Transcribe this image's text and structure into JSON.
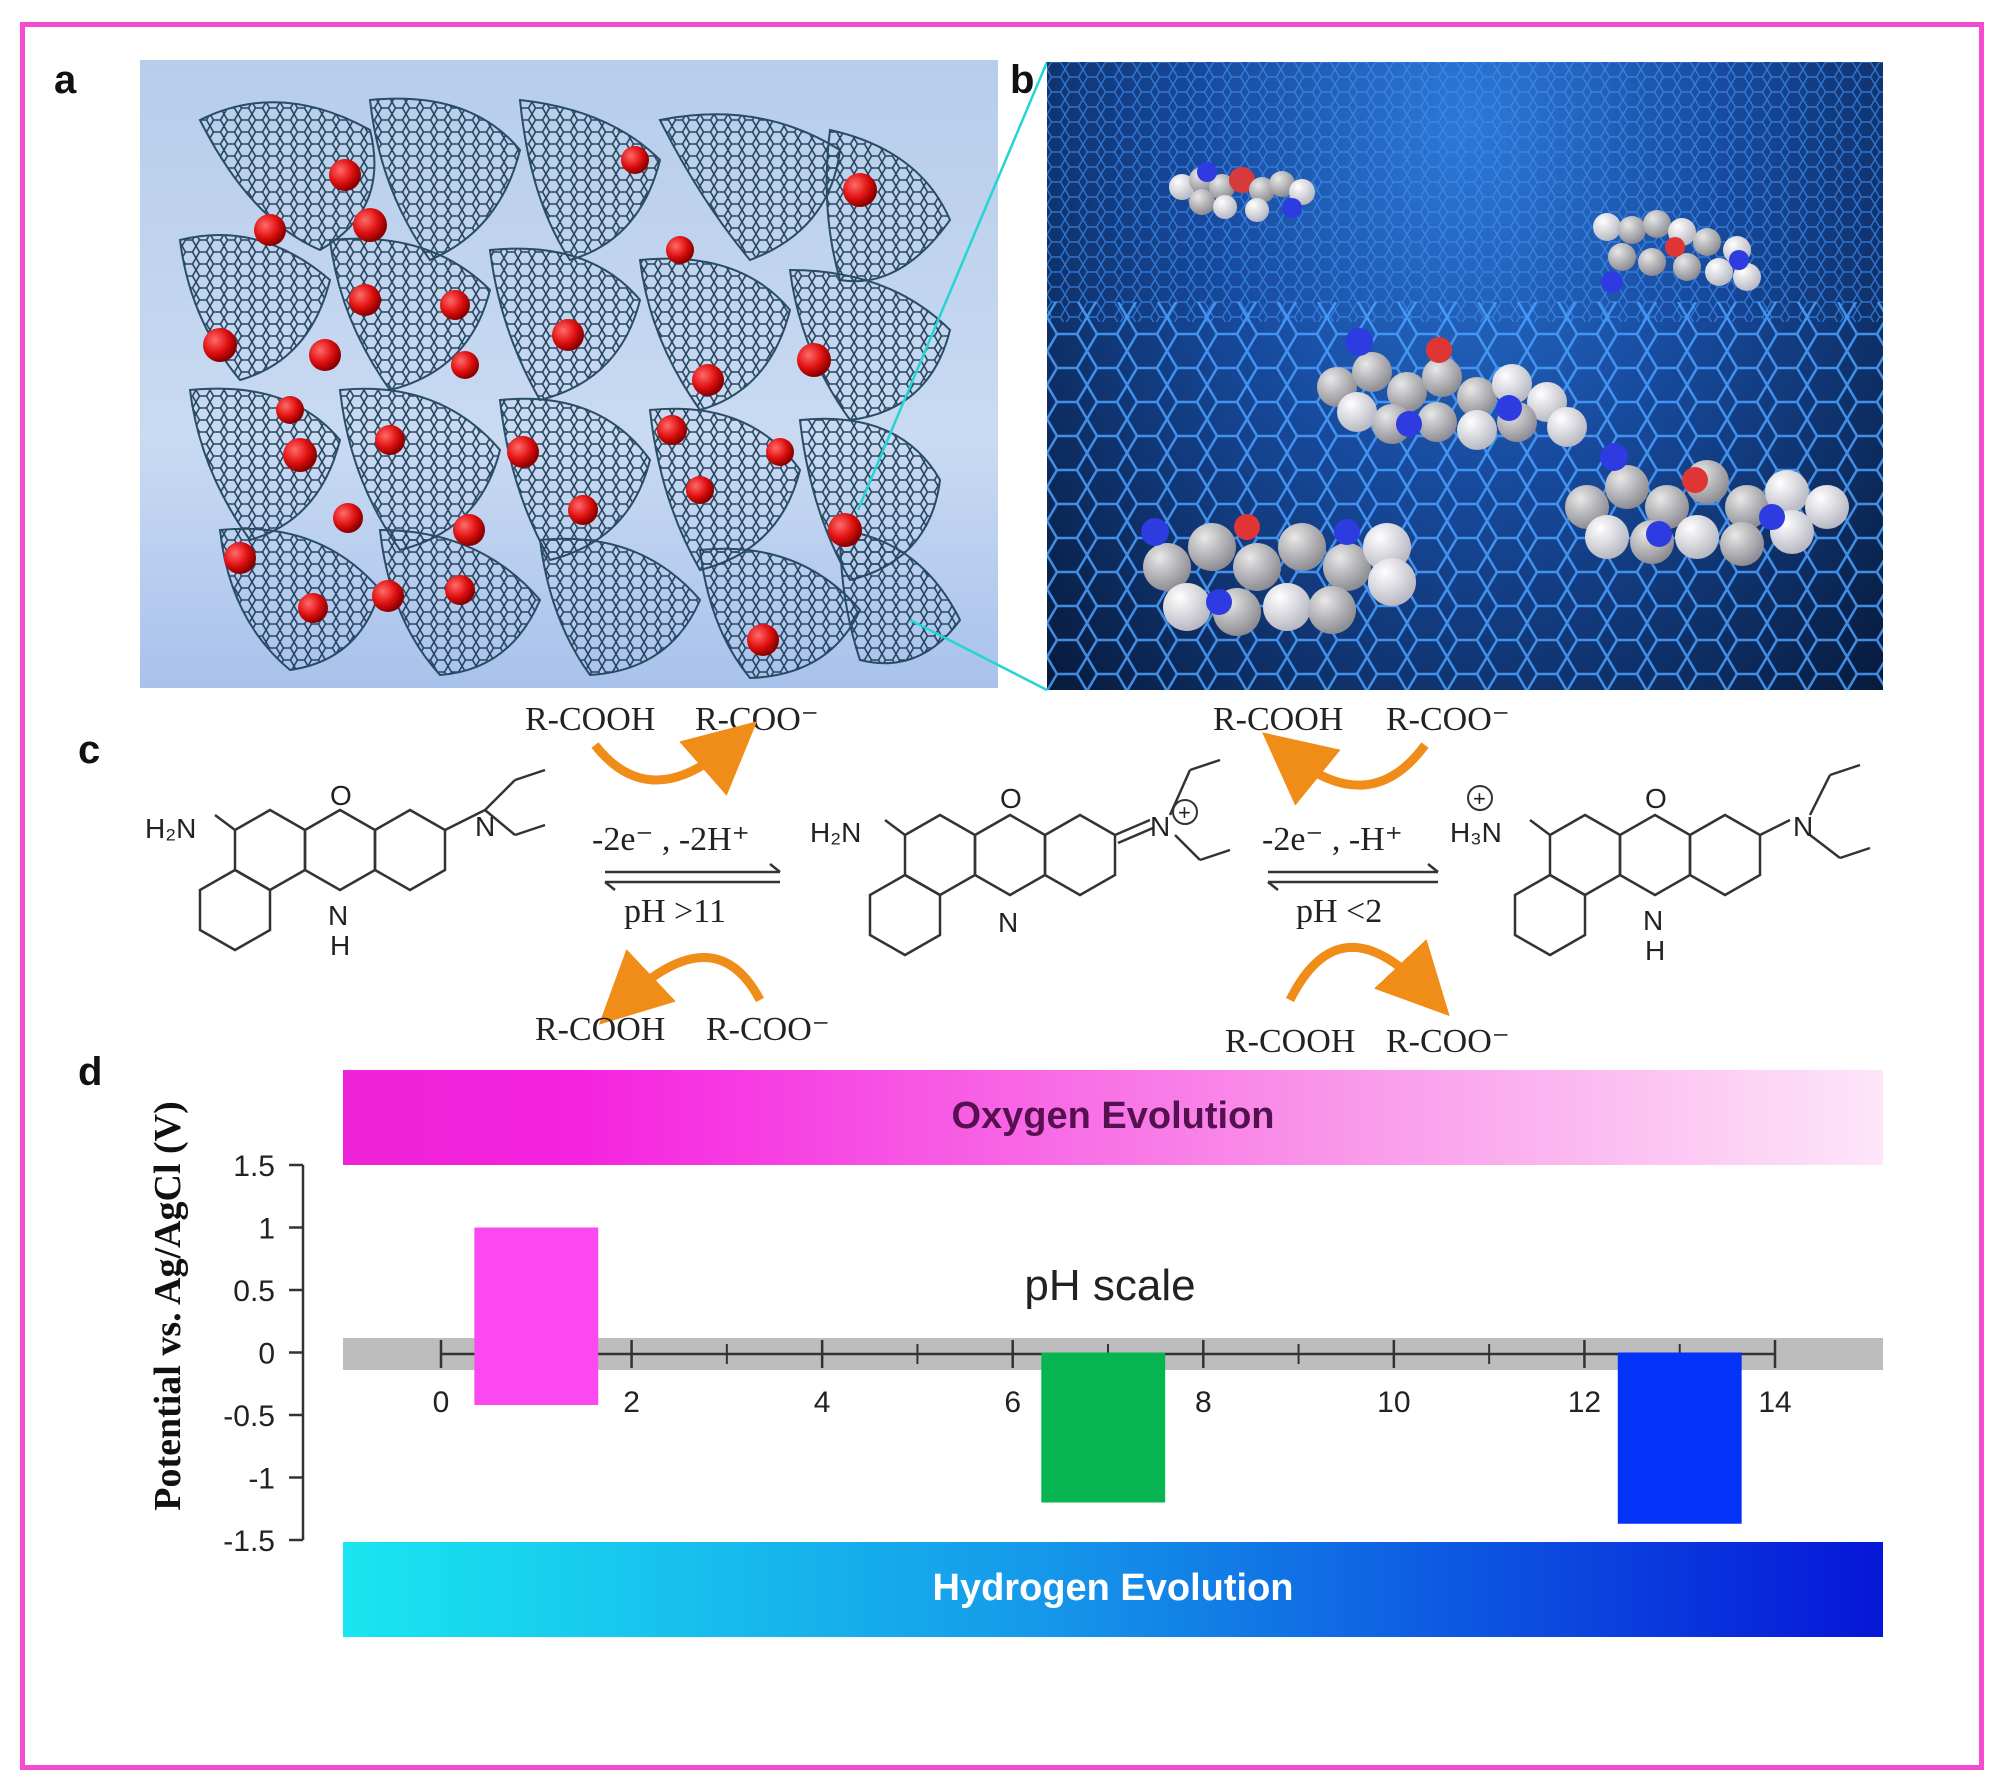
{
  "panels": {
    "a": "a",
    "b": "b",
    "c": "c",
    "d": "d"
  },
  "scheme": {
    "left_reaction": {
      "top": "-2e⁻ , -2H⁺",
      "bottom": "pH >11",
      "acid_top": "R-COOH",
      "base_top": "R-COO⁻",
      "acid_bottom": "R-COOH",
      "base_bottom": "R-COO⁻"
    },
    "right_reaction": {
      "top": "-2e⁻ , -H⁺",
      "bottom": "pH <2",
      "acid_top": "R-COOH",
      "base_top": "R-COO⁻",
      "acid_bottom": "R-COOH",
      "base_bottom": "R-COO⁻"
    },
    "atoms": {
      "h2n": "H₂N",
      "h3n": "H₃N",
      "o": "O",
      "n": "N",
      "nh_n": "N",
      "nh_h": "H",
      "plus": "+"
    }
  },
  "plot": {
    "oxygen_label": "Oxygen Evolution",
    "hydrogen_label": "Hydrogen Evolution",
    "ph_scale_label": "pH scale",
    "colors": {
      "oxygen": "#ee22d6",
      "hydrogen_start": "#19e6f0",
      "hydrogen_end": "#0616d8",
      "bar_acid": "#fb48f1",
      "bar_neutral": "#06b450",
      "bar_base": "#0432f7",
      "axis_band": "#bdbdbd"
    }
  },
  "chart_data": {
    "type": "bar",
    "ylabel": "Potential vs. Ag/AgCl (V)",
    "ylim": [
      -1.5,
      1.5
    ],
    "y_ticks": [
      "1.5",
      "1",
      "0.5",
      "0",
      "-0.5",
      "-1",
      "-1.5"
    ],
    "x_ticks": [
      "0",
      "2",
      "4",
      "6",
      "8",
      "10",
      "12",
      "14"
    ],
    "xlim": [
      0,
      14
    ],
    "bars": [
      {
        "ph_from": 0.35,
        "ph_to": 1.65,
        "ymin": -0.42,
        "ymax": 1.0,
        "color": "#fb48f1"
      },
      {
        "ph_from": 6.3,
        "ph_to": 7.6,
        "ymin": -1.2,
        "ymax": 0.0,
        "color": "#06b450"
      },
      {
        "ph_from": 12.35,
        "ph_to": 13.65,
        "ymin": -1.37,
        "ymax": 0.0,
        "color": "#0432f7"
      }
    ]
  }
}
